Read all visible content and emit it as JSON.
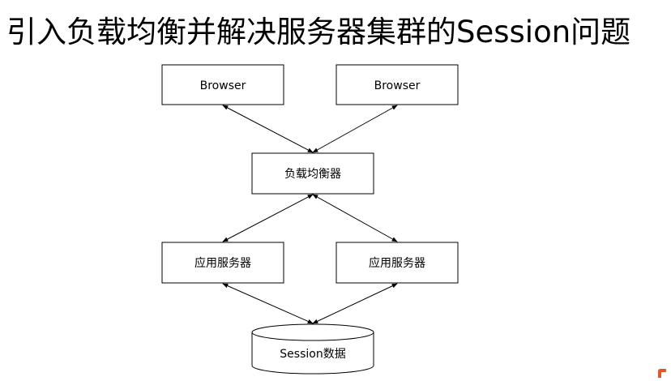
{
  "title": "引入负载均衡并解决服务器集群的Session问题",
  "nodes": {
    "browser_1": "Browser",
    "browser_2": "Browser",
    "load_balancer": "负载均衡器",
    "app_server_1": "应用服务器",
    "app_server_2": "应用服务器",
    "session_store": "Session数据"
  },
  "colors": {
    "stroke": "#000000",
    "background": "#ffffff",
    "corner_mark": "#e8542a"
  }
}
